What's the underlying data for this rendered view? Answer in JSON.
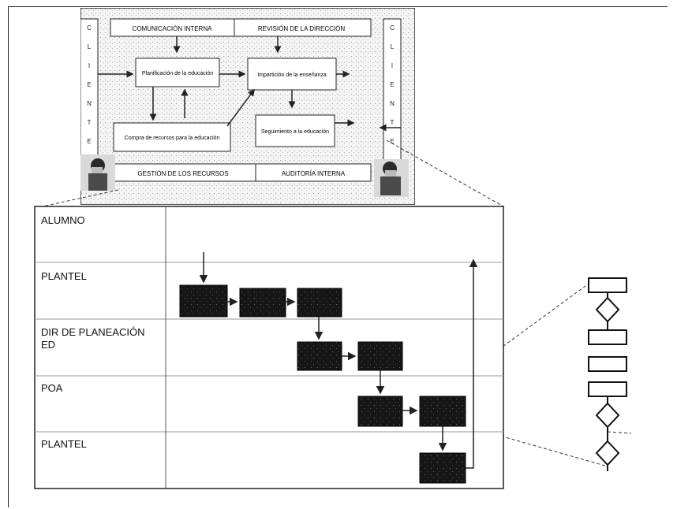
{
  "top_model": {
    "top_labels": [
      "COMUNICACIÓN INTERNA",
      "REVISIÓN DE LA DIRECCIÓN"
    ],
    "bottom_labels": [
      "GESTIÓN DE LOS RECURSOS",
      "AUDITORÍA INTERNA"
    ],
    "side_letters": [
      "C",
      "L",
      "I",
      "E",
      "N",
      "T",
      "E"
    ],
    "processes": [
      "Planificación de la educación",
      "Impartición de la enseñanza",
      "Compra de recursos para la educación",
      "Seguimiento a la educación"
    ]
  },
  "swimlanes": [
    {
      "label": "ALUMNO"
    },
    {
      "label": "PLANTEL"
    },
    {
      "label": "DIR DE PLANEACIÓN ED"
    },
    {
      "label": "POA"
    },
    {
      "label": "PLANTEL"
    }
  ],
  "colors": {
    "line": "#222222",
    "block": "#1b1b1b",
    "grid": "#9a9a9a"
  }
}
